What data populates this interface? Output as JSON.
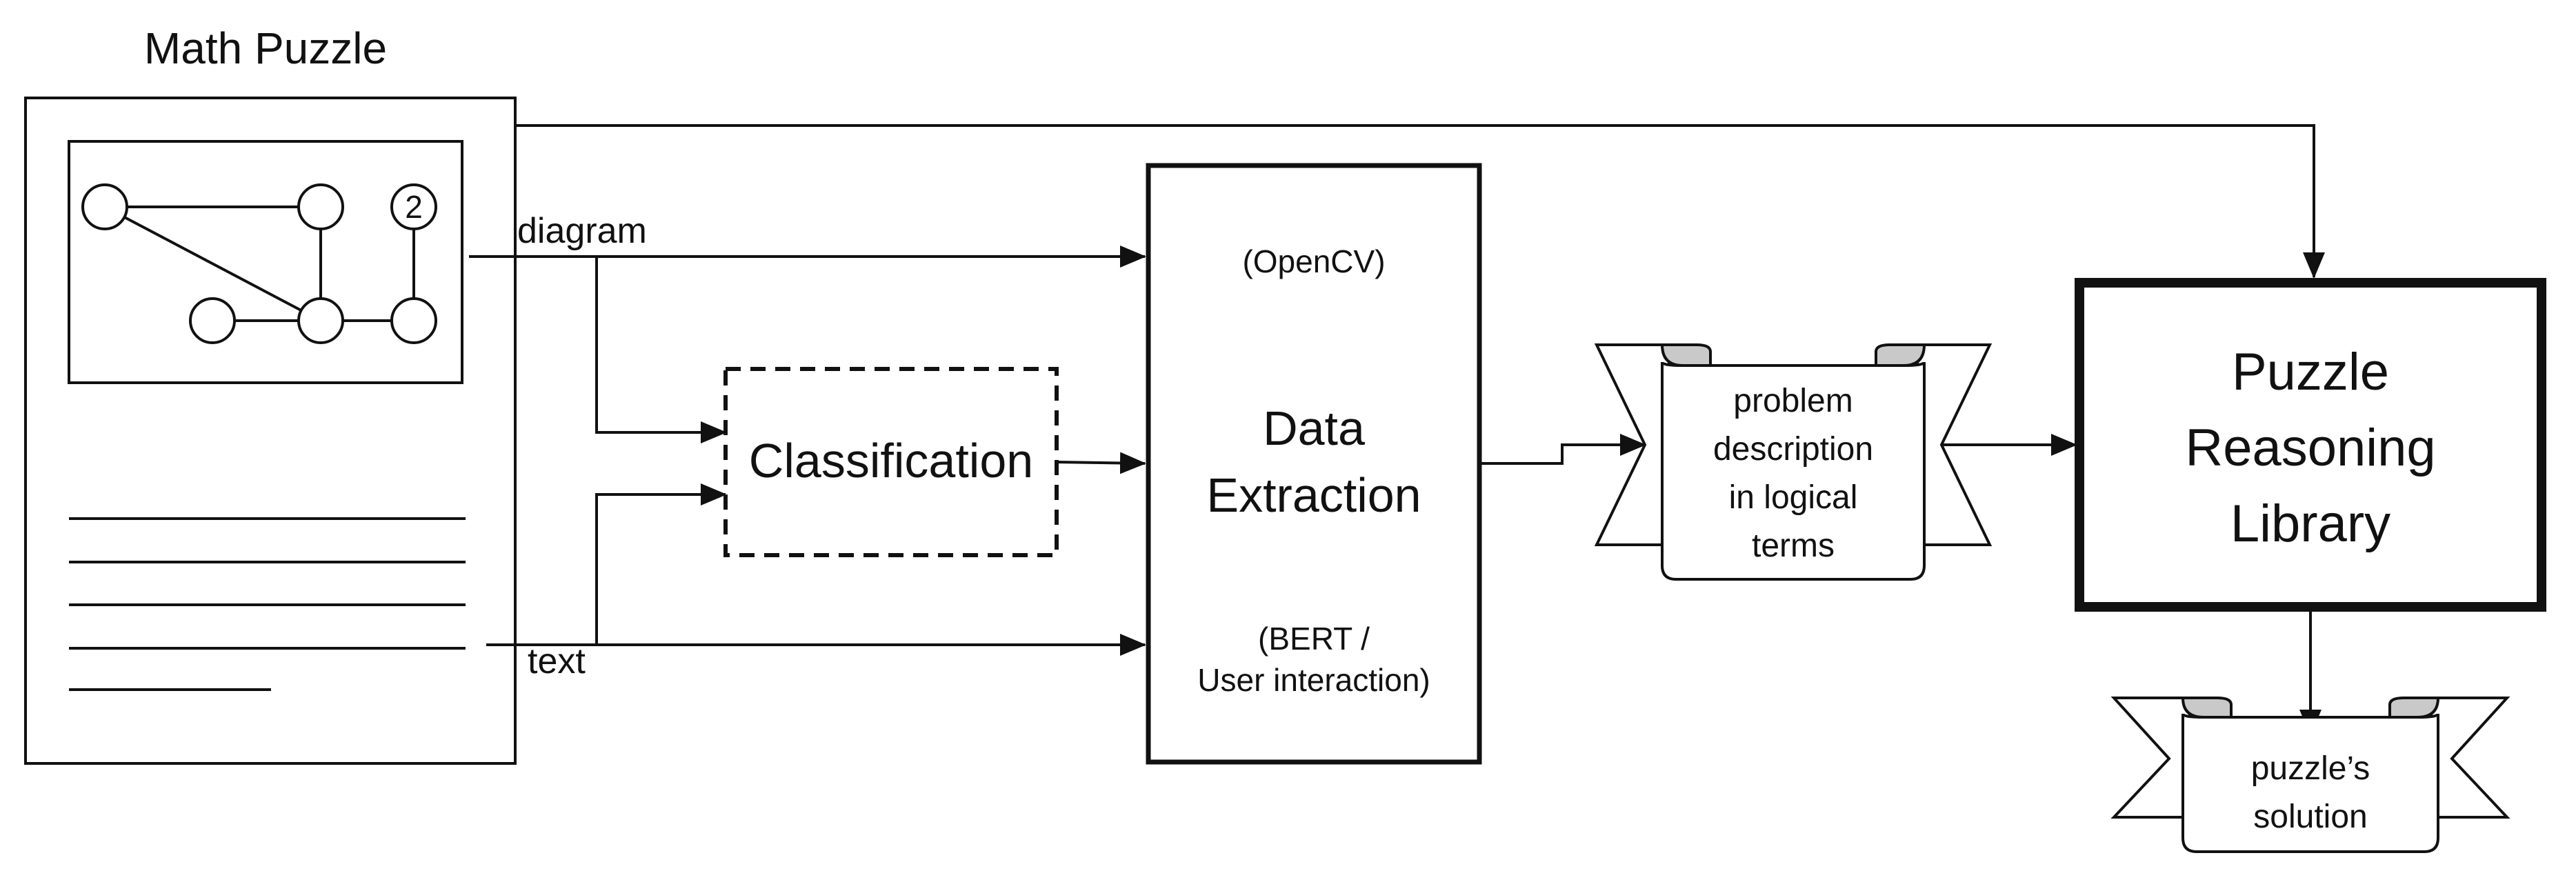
{
  "title": "Math Puzzle",
  "node_badge": "2",
  "labels": {
    "diagram": "diagram",
    "text": "text"
  },
  "classification": "Classification",
  "data_extraction": {
    "top": "(OpenCV)",
    "main": [
      "Data",
      "Extraction"
    ],
    "bottom": [
      "(BERT /",
      "User interaction)"
    ]
  },
  "problem_description": [
    "problem",
    "description",
    "in logical",
    "terms"
  ],
  "reasoning_library": [
    "Puzzle",
    "Reasoning",
    "Library"
  ],
  "solution": [
    "puzzle’s",
    "solution"
  ]
}
